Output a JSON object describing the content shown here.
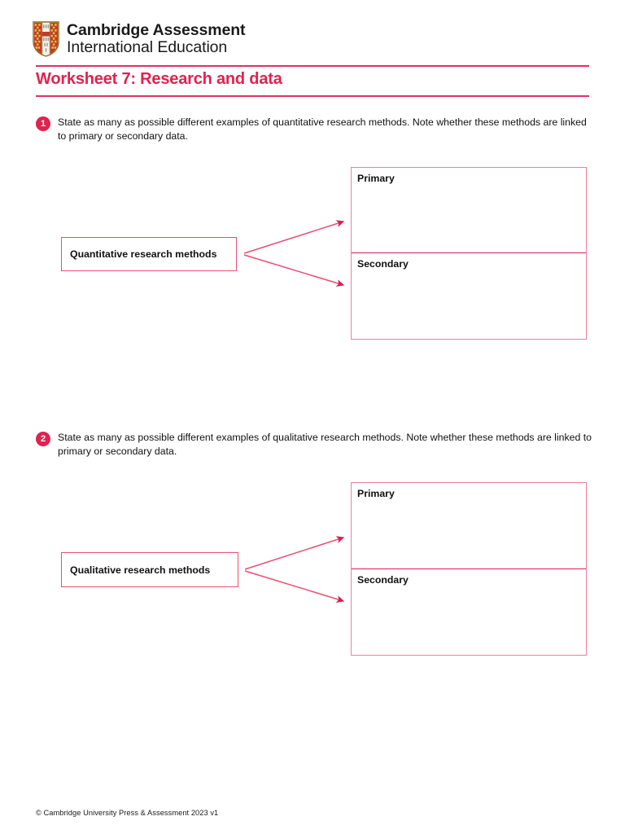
{
  "brand": {
    "logo_icon": "cambridge-crest-icon",
    "line1": "Cambridge Assessment",
    "line2": "International Education"
  },
  "header": {
    "title": "Worksheet 7: Research and data"
  },
  "colors": {
    "accent_crimson": "#e0224f",
    "rule": "#e0325f",
    "box_border_strong": "#ec4d74",
    "box_border_light": "#ef7f9b",
    "divider": "#d81e50",
    "text": "#111111",
    "page_background": "#ffffff"
  },
  "questions": [
    {
      "number": "1",
      "text": "State as many as possible different examples of quantitative research methods. Note whether these methods are linked to primary or secondary data.",
      "diagram": {
        "source_label": "Quantitative research methods",
        "targets": [
          {
            "label": "Primary"
          },
          {
            "label": "Secondary"
          }
        ],
        "arrow_count": 2
      }
    },
    {
      "number": "2",
      "text": "State as many as possible different examples of qualitative research methods. Note whether these methods are linked to primary or secondary data.",
      "diagram": {
        "source_label": "Qualitative research methods",
        "targets": [
          {
            "label": "Primary"
          },
          {
            "label": "Secondary"
          }
        ],
        "arrow_count": 2
      }
    }
  ],
  "footer": {
    "copyright": "© Cambridge University Press & Assessment 2023 v1"
  }
}
